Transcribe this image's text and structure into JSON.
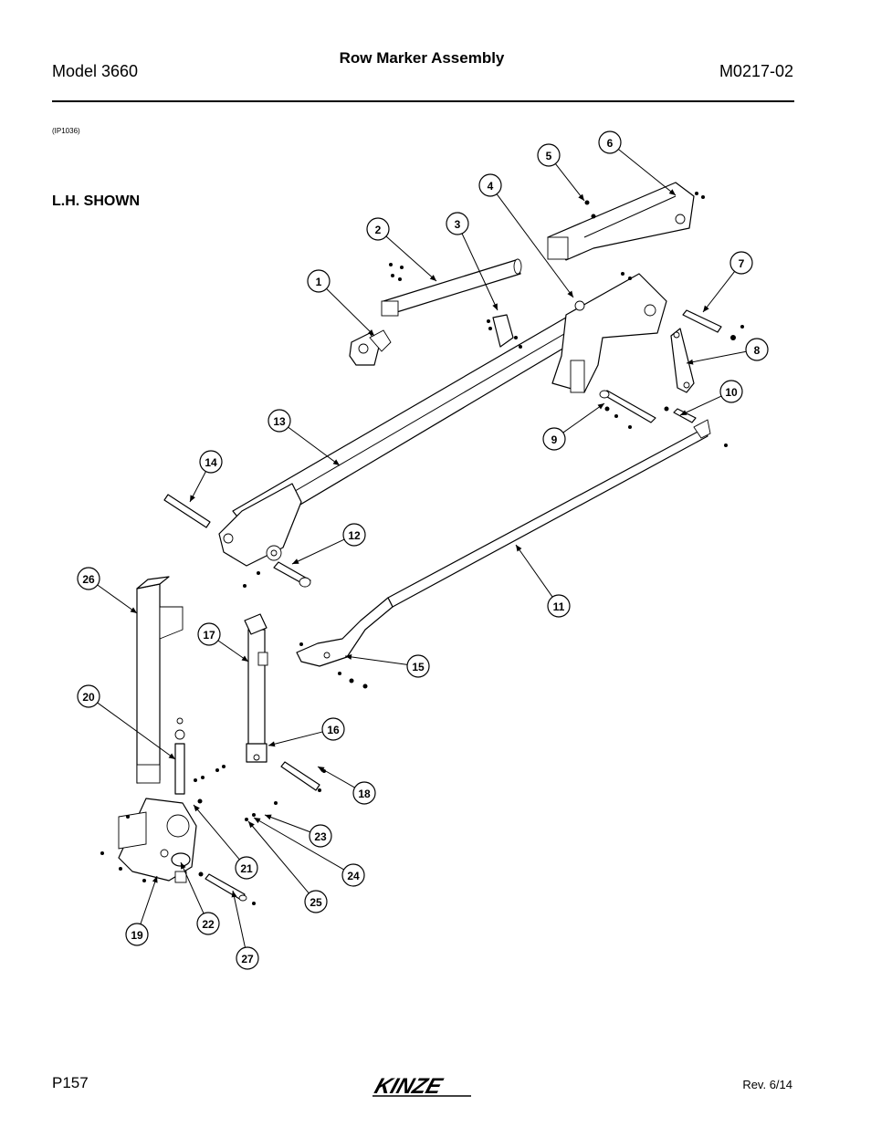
{
  "header": {
    "model": "Model 3660",
    "title": "Row Marker Assembly",
    "doc_number": "M0217-02"
  },
  "figure": {
    "reference": "(IP1036)",
    "view_label": "L.H. SHOWN",
    "callouts": [
      "1",
      "2",
      "3",
      "4",
      "5",
      "6",
      "7",
      "8",
      "9",
      "10",
      "11",
      "12",
      "13",
      "14",
      "15",
      "16",
      "17",
      "18",
      "19",
      "20",
      "21",
      "22",
      "23",
      "24",
      "25",
      "26",
      "27"
    ]
  },
  "footer": {
    "page": "P157",
    "brand": "KINZE",
    "revision": "Rev. 6/14"
  }
}
